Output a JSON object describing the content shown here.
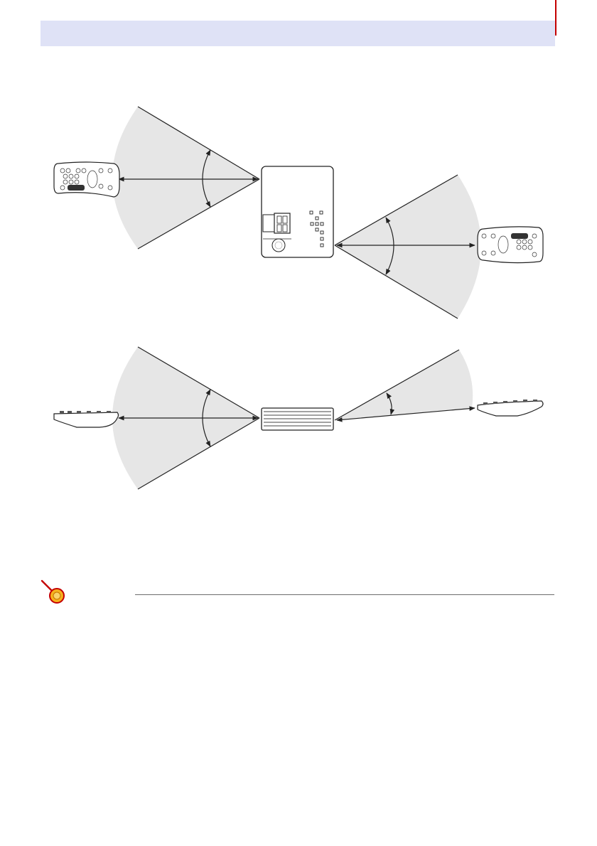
{
  "page": {
    "header_title": "",
    "rule_color": "#c40000",
    "header_bg": "#dfe2f6"
  },
  "figure": {
    "top_view": {
      "left_remote": "remote-controller-top-view",
      "projector": "projector-rear-top-view",
      "right_remote": "remote-controller-top-view-flipped"
    },
    "side_view": {
      "left_remote": "remote-controller-side-view",
      "projector": "projector-rear-side-view",
      "right_remote": "remote-controller-side-view-flipped"
    }
  },
  "hint": {
    "icon": "magnifier-hint-icon",
    "text": ""
  }
}
